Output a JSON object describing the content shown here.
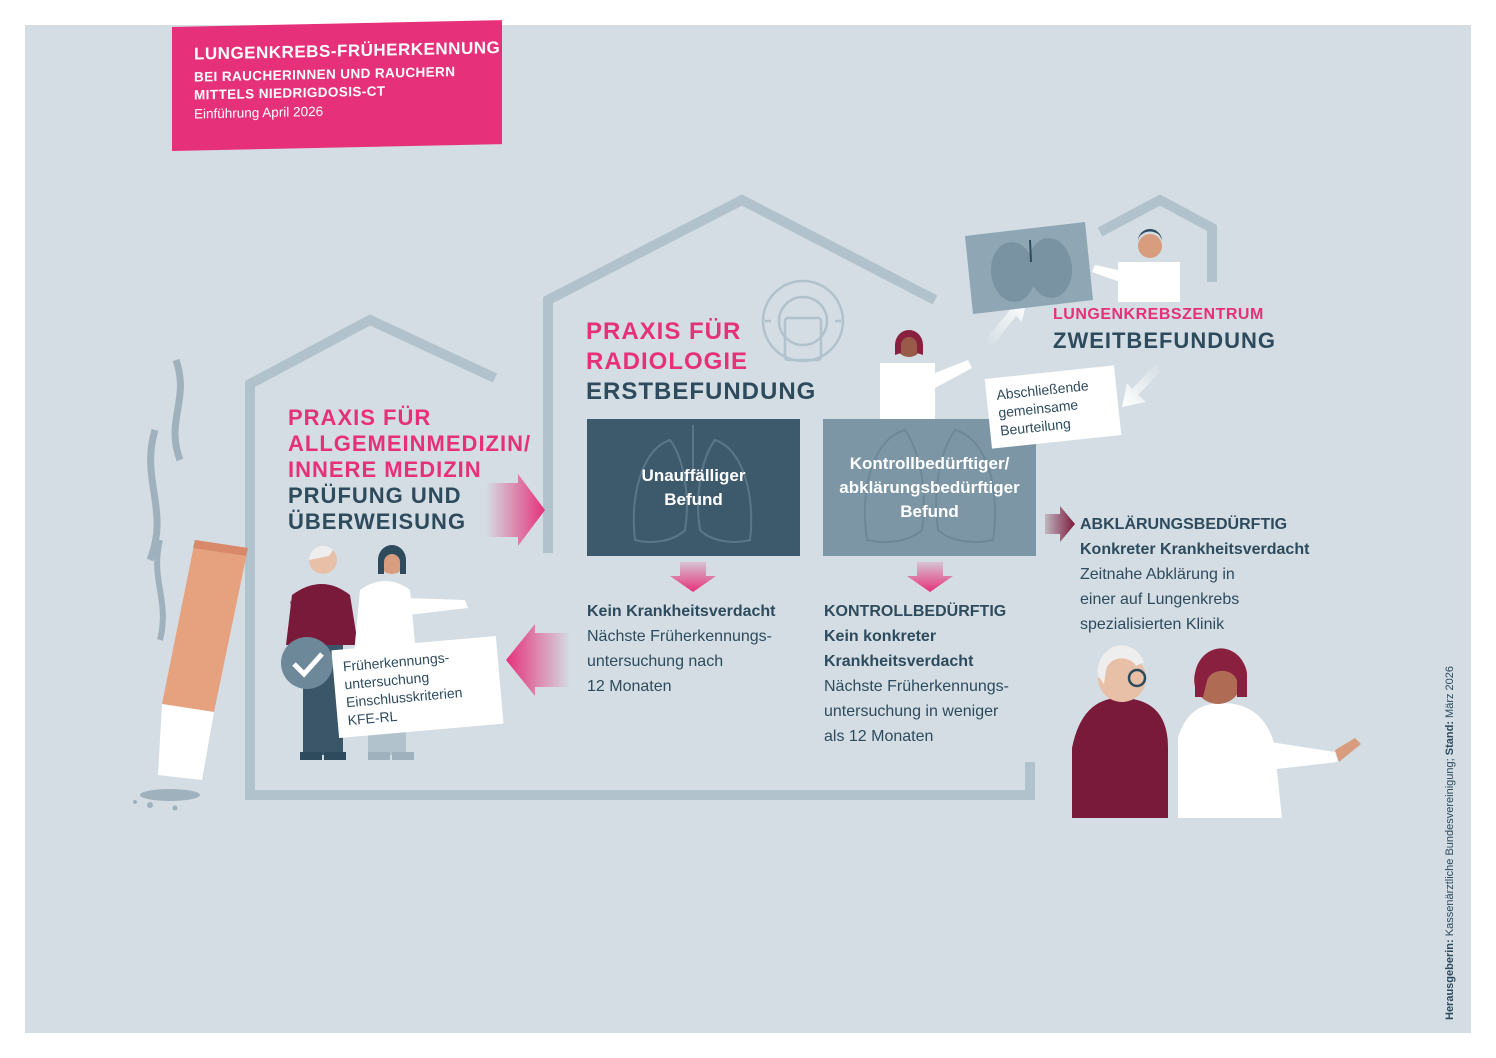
{
  "title": {
    "line1": "LUNGENKREBS-FRÜHERKENNUNG",
    "line2": "BEI RAUCHERINNEN UND RAUCHERN",
    "line3": "MITTELS NIEDRIGDOSIS-CT",
    "line4": "Einführung April 2026"
  },
  "gp_practice": {
    "heading1": "PRAXIS FÜR",
    "heading2": "ALLGEMEINMEDIZIN/",
    "heading3": "INNERE MEDIZIN",
    "sub1": "PRÜFUNG UND",
    "sub2": "ÜBERWEISUNG",
    "card_line1": "Früherkennungs-",
    "card_line2": "untersuchung",
    "card_line3": "Einschlusskriterien",
    "card_line4": "KFE-RL"
  },
  "radiology": {
    "heading1": "PRAXIS FÜR",
    "heading2": "RADIOLOGIE",
    "sub": "ERSTBEFUNDUNG",
    "box_normal_1": "Unauffälliger",
    "box_normal_2": "Befund",
    "box_suspect_1": "Kontrollbedürftiger/",
    "box_suspect_2": "abklärungsbedürftiger",
    "box_suspect_3": "Befund"
  },
  "center": {
    "heading": "LUNGENKREBSZENTRUM",
    "sub": "ZWEITBEFUNDUNG",
    "card_line1": "Abschließende",
    "card_line2": "gemeinsame",
    "card_line3": "Beurteilung"
  },
  "outcome_normal": {
    "title": "Kein Krankheitsverdacht",
    "line1": "Nächste Früherkennungs-",
    "line2": "untersuchung nach",
    "line3": "12 Monaten"
  },
  "outcome_control": {
    "title": "KONTROLLBEDÜRFTIG",
    "sub1": "Kein konkreter",
    "sub2": "Krankheitsverdacht",
    "line1": "Nächste Früherkennungs-",
    "line2": "untersuchung in weniger",
    "line3": "als 12 Monaten"
  },
  "outcome_clarify": {
    "title": "ABKLÄRUNGSBEDÜRFTIG",
    "sub": "Konkreter Krankheitsverdacht",
    "line1": "Zeitnahe Abklärung in",
    "line2": "einer auf Lungenkrebs",
    "line3": "spezialisierten Klinik"
  },
  "credit": {
    "publisher_label": "Herausgeberin:",
    "publisher": " Kassenärztliche Bundesvereinigung; ",
    "date_label": "Stand:",
    "date": " März 2026"
  },
  "colors": {
    "accent": "#e6317a",
    "dark": "#2e4b5d",
    "background": "#d3dde3",
    "house_outline": "#b2c2cc",
    "box_dark": "#3d5a6c",
    "box_light": "#7c96a5",
    "maroon": "#7a1a3a"
  }
}
